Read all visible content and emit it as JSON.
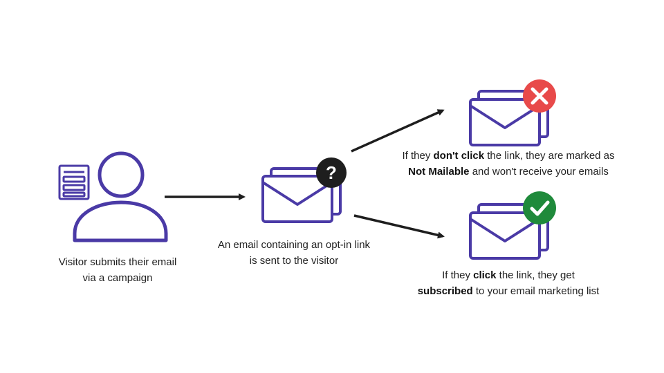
{
  "colors": {
    "outline": "#4a3aa6",
    "arrow": "#1e1e1e",
    "question_badge": "#1e1e1e",
    "error_badge": "#e84a4a",
    "success_badge": "#1f8a3b",
    "text": "#222222"
  },
  "icons": {
    "form": "form-document-icon",
    "visitor": "person-icon",
    "email_sent": "email-stack-icon",
    "question": "question-mark-icon",
    "not_mailable": "red-x-icon",
    "subscribed": "green-check-icon"
  },
  "steps": {
    "visitor": {
      "line1": "Visitor submits their email",
      "line2": "via a campaign"
    },
    "email": {
      "line1": "An email containing an opt-in link",
      "line2": "is sent to the visitor"
    },
    "badge_question": "?"
  },
  "outcomes": {
    "no_click": {
      "pre": "If they ",
      "bold1": "don't click",
      "mid": " the link, they are marked as",
      "bold2": "Not Mailable",
      "post": " and won't receive your emails"
    },
    "click": {
      "pre": "If they ",
      "bold1": "click",
      "mid": " the link, they get",
      "bold2": "subscribed",
      "post": " to your email marketing list"
    }
  }
}
